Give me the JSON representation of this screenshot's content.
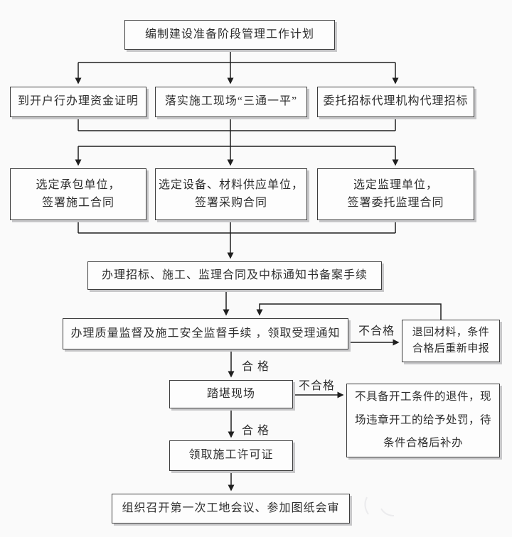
{
  "diagram": {
    "title_node": "编制建设准备阶段管理工作计划",
    "language": "zh-CN",
    "type": "flowchart"
  },
  "colors": {
    "background": "#fafafa",
    "box_fill": "#fdfdfd",
    "box_border": "#3d3d3d",
    "box_shadow": "#c7c7c9",
    "line": "#1f1f1f",
    "text": "#2e2e2e"
  },
  "nodes": {
    "plan": {
      "text": "编制建设准备阶段管理工作计划"
    },
    "fund_proof": {
      "text": "到开户行办理资金证明"
    },
    "site_ready": {
      "text": "落实施工现场“三通一平”"
    },
    "tender_agent": {
      "text": "委托招标代理机构代理招标"
    },
    "contractor": {
      "line1": "选定承包单位，",
      "line2": "签署施工合同"
    },
    "supplier": {
      "line1": "选定设备、材料供应单位，",
      "line2": "签署采购合同"
    },
    "supervisor": {
      "line1": "选定监理单位，",
      "line2": "签署委托监理合同"
    },
    "filing": {
      "text": "办理招标、施工、监理合同及中标通知书备案手续"
    },
    "quality": {
      "text": "办理质量监督及施工安全监督手续 ，领取受理通知"
    },
    "return_materials": {
      "line1": "退回材料，条件",
      "line2": "合格后重新申报"
    },
    "site_visit": {
      "text": "踏堪现场"
    },
    "reject_penalty": {
      "line1": "不具备开工条件的退件，现",
      "line2": "场违章开工的给予处罚，待",
      "line3": "条件合格后补办"
    },
    "permit": {
      "text": "领取施工许可证"
    },
    "first_meeting": {
      "text": "组织召开第一次工地会议、参加图纸会审"
    }
  },
  "labels": {
    "unqualified_1": "不合格",
    "qualified_1": "合 格",
    "unqualified_2": "不合格",
    "qualified_2": "合 格"
  }
}
